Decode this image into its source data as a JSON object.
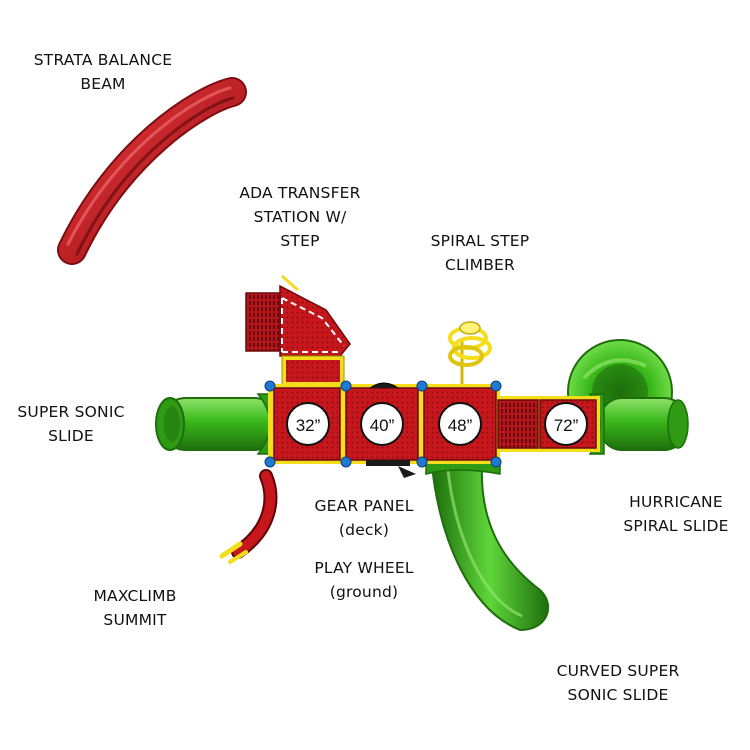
{
  "colors": {
    "deck_red": "#c8161d",
    "deck_dark": "#7d0d10",
    "panel_red": "#a71419",
    "slide_green": "#39b81a",
    "slide_dark": "#1e6e0c",
    "slide_light": "#8ee36a",
    "beam_red": "#d4141a",
    "accent_yellow": "#f4de1c",
    "post_blue": "#1f78d1",
    "height_badge_bg": "#ffffff"
  },
  "labels": {
    "strata_balance_beam": [
      "STRATA BALANCE",
      "BEAM"
    ],
    "ada_transfer_station": [
      "ADA TRANSFER",
      "STATION W/",
      "STEP"
    ],
    "spiral_step_climber": [
      "SPIRAL STEP",
      "CLIMBER"
    ],
    "super_sonic_slide": [
      "SUPER SONIC",
      "SLIDE"
    ],
    "gear_panel": [
      "GEAR PANEL",
      "(deck)"
    ],
    "play_wheel": [
      "PLAY WHEEL",
      "(ground)"
    ],
    "hurricane_spiral_slide": [
      "HURRICANE",
      "SPIRAL SLIDE"
    ],
    "maxclimb_summit": [
      "MAXCLIMB",
      "SUMMIT"
    ],
    "curved_super_sonic_slide": [
      "CURVED SUPER",
      "SONIC SLIDE"
    ]
  },
  "deck_heights": [
    "32”",
    "40”",
    "48”",
    "72”"
  ],
  "icons": {
    "balance_beam": "curved-beam-icon",
    "spiral_climber": "spiral-coil-icon",
    "post": "post-cap-icon"
  }
}
